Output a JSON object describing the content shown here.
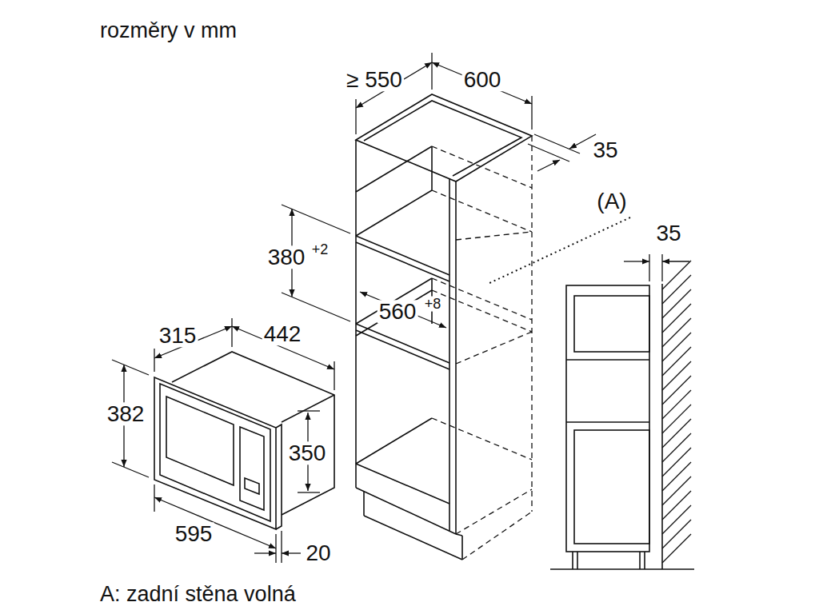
{
  "diagram": {
    "title": "rozměry v mm",
    "caption": "A: zadní stěna volná",
    "labels": [
      "≥ 550",
      "600",
      "35",
      "(A)",
      "35",
      "380",
      "+2",
      "560",
      "+8",
      "315",
      "442",
      "382",
      "350",
      "595",
      "20"
    ]
  }
}
